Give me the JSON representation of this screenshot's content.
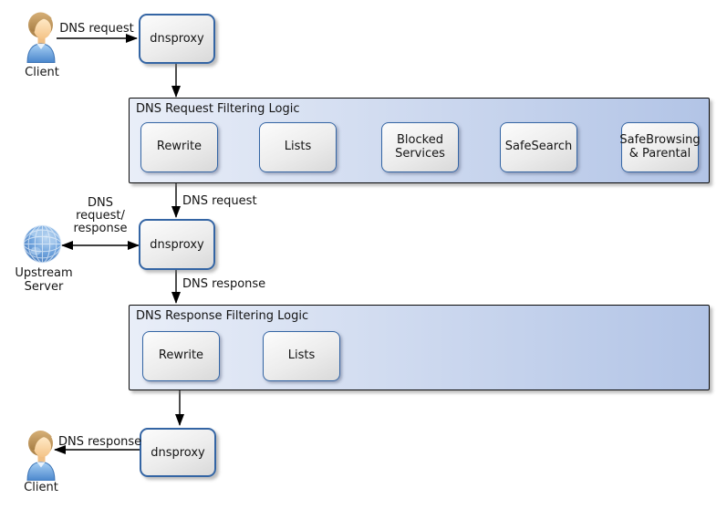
{
  "palette": {
    "node_border": "#3465a4",
    "node_fill_light": "#fcfcfc",
    "node_fill_dark": "#d9d9d9",
    "container_fill_left": "#e9eef8",
    "container_fill_right": "#b2c4e6",
    "container_border": "#0a0a0a",
    "arrow_color": "#000000"
  },
  "icons": {
    "client_top": "person-icon",
    "client_bottom": "person-icon",
    "upstream": "globe-icon"
  },
  "flow": {
    "client_top": {
      "label": "Client"
    },
    "edge_client_to_proxy1": {
      "label": "DNS request"
    },
    "proxy1": {
      "label": "dnsproxy"
    },
    "request_pipeline": {
      "title": "DNS Request Filtering Logic",
      "steps": [
        {
          "label": "Rewrite"
        },
        {
          "label": "Lists"
        },
        {
          "label": "Blocked Services"
        },
        {
          "label": "SafeSearch"
        },
        {
          "label": "SafeBrowsing & Parental"
        }
      ]
    },
    "edge_pipeline_to_proxy2": {
      "label": "DNS request"
    },
    "proxy2": {
      "label": "dnsproxy"
    },
    "upstream": {
      "label": "Upstream\nServer"
    },
    "edge_upstream_proxy2": {
      "label": "DNS\nrequest/\nresponse"
    },
    "edge_proxy2_to_response_pipeline": {
      "label": "DNS response"
    },
    "response_pipeline": {
      "title": "DNS Response Filtering Logic",
      "steps": [
        {
          "label": "Rewrite"
        },
        {
          "label": "Lists"
        }
      ]
    },
    "proxy3": {
      "label": "dnsproxy"
    },
    "edge_proxy3_to_client": {
      "label": "DNS response"
    },
    "client_bottom": {
      "label": "Client"
    }
  }
}
